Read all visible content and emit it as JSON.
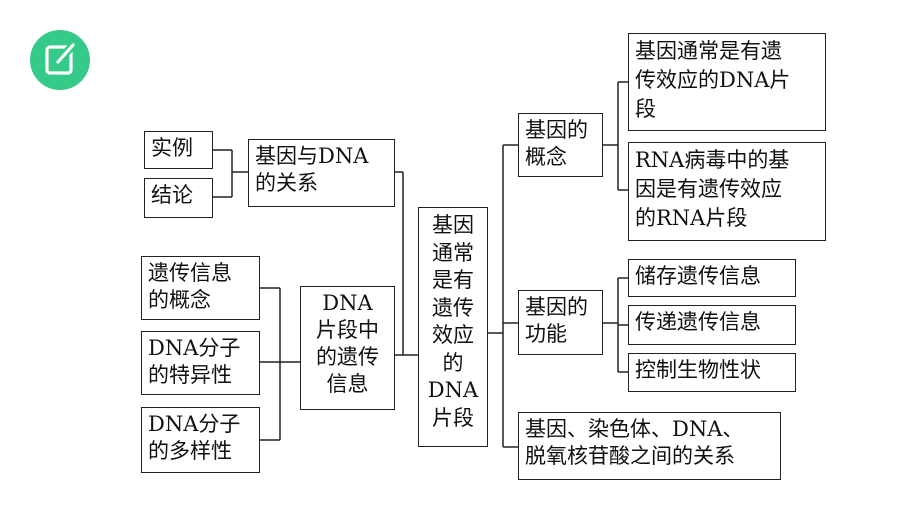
{
  "nodes": {
    "center": [
      "基因",
      "通常",
      "是有",
      "遗传",
      "效应",
      "的",
      "DNA",
      "片段"
    ],
    "relation": [
      "基因与DNA",
      "的关系"
    ],
    "example": [
      "实例"
    ],
    "conclusion": [
      "结论"
    ],
    "dna_info": [
      "DNA",
      "片段中",
      "的遗传",
      "信息"
    ],
    "genetic_info_concept": [
      "遗传信息",
      "的概念"
    ],
    "dna_specificity": [
      "DNA分子",
      "的特异性"
    ],
    "dna_diversity": [
      "DNA分子",
      "的多样性"
    ],
    "gene_concept": [
      "基因的",
      "概念"
    ],
    "gene_concept_a": [
      "基因通常是有遗",
      "传效应的DNA片",
      "段"
    ],
    "gene_concept_b": [
      "RNA病毒中的基",
      "因是有遗传效应",
      "的RNA片段"
    ],
    "gene_function": [
      "基因的",
      "功能"
    ],
    "function_store": [
      "储存遗传信息"
    ],
    "function_transmit": [
      "传递遗传信息"
    ],
    "function_control": [
      "控制生物性状"
    ],
    "gene_relations": [
      "基因、染色体、DNA、",
      "脱氧核苷酸之间的关系"
    ]
  },
  "colors": {
    "icon_green": "#35c98a",
    "line": "#222222"
  },
  "icons": {
    "corner": "edit-note-icon"
  }
}
